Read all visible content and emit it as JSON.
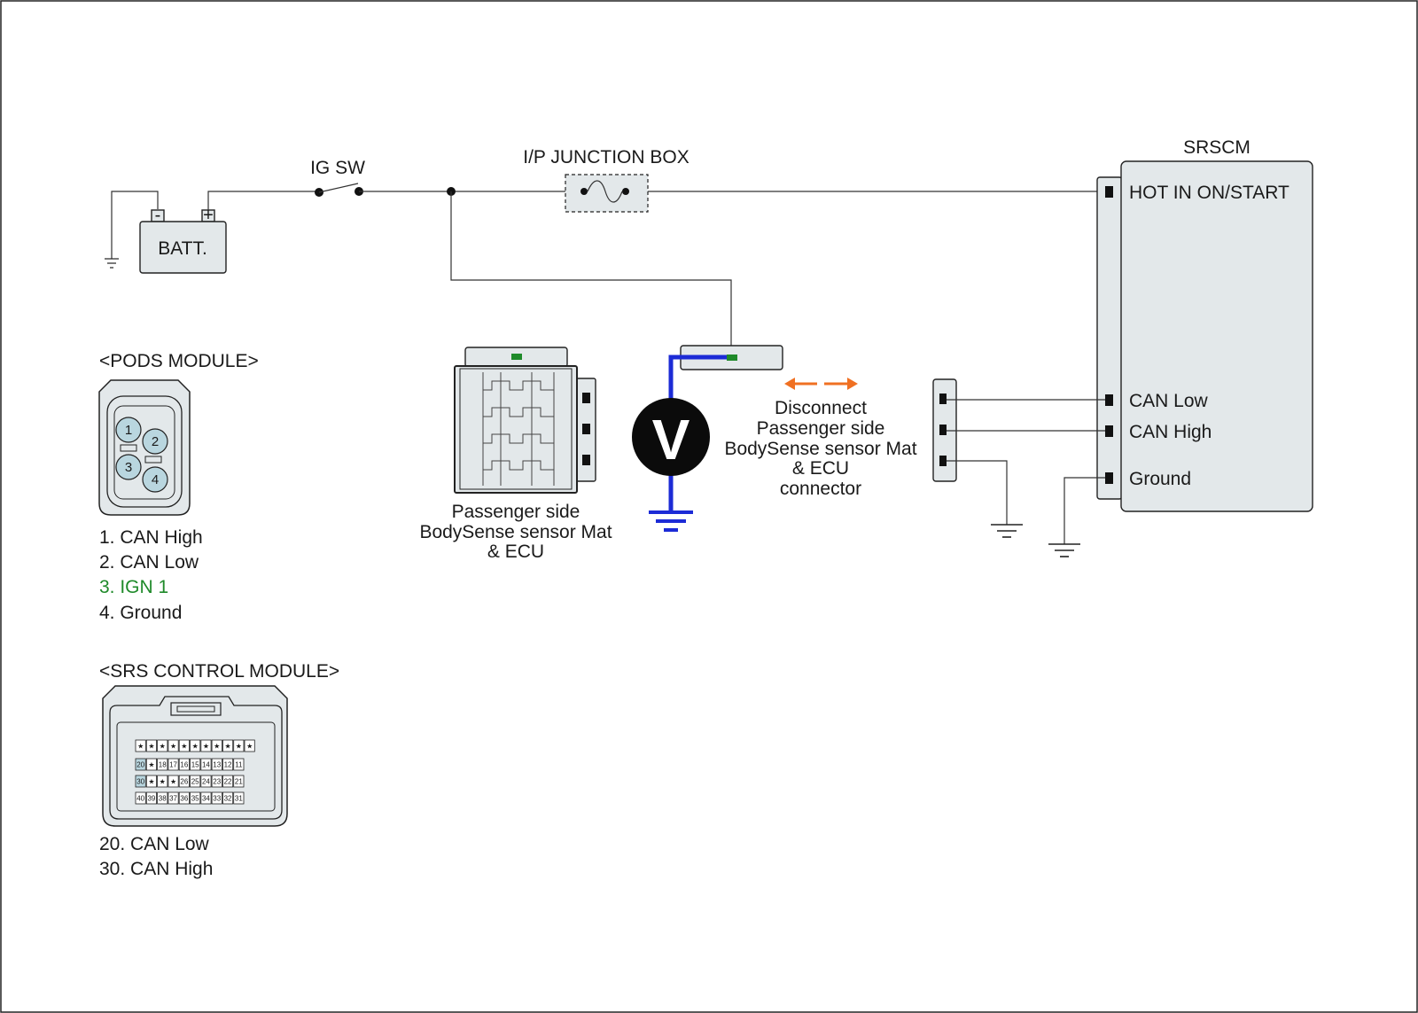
{
  "components": {
    "battery": {
      "label": "BATT.",
      "minus": "-",
      "plus": "+"
    },
    "ignition_switch": {
      "label": "IG SW"
    },
    "junction_box": {
      "label": "I/P JUNCTION BOX"
    },
    "srscm": {
      "title": "SRSCM",
      "pins": [
        "HOT IN ON/START",
        "CAN Low",
        "CAN High",
        "Ground"
      ]
    },
    "pods_ecu": {
      "caption_lines": [
        "Passenger side",
        "BodySense sensor Mat",
        "& ECU"
      ]
    },
    "voltmeter": {
      "symbol": "V"
    },
    "disconnect_note": {
      "lines": [
        "Disconnect",
        "Passenger side",
        "BodySense sensor Mat",
        "& ECU",
        "connector"
      ]
    }
  },
  "pods_module": {
    "title": "<PODS MODULE>",
    "pin_numbers": [
      "1",
      "2",
      "3",
      "4"
    ],
    "pins": [
      {
        "text": "1. CAN High",
        "highlight": false
      },
      {
        "text": "2. CAN Low",
        "highlight": false
      },
      {
        "text": "3. IGN 1",
        "highlight": true
      },
      {
        "text": "4. Ground",
        "highlight": false
      }
    ]
  },
  "srs_control_module": {
    "title": "<SRS CONTROL MODULE>",
    "connector_rows": [
      [
        "★",
        "★",
        "★",
        "★",
        "★",
        "★",
        "★",
        "★",
        "★",
        "★",
        "★",
        "★"
      ],
      [
        "20",
        "★",
        "18",
        "17",
        "16",
        "15",
        "14",
        "13",
        "12",
        "11"
      ],
      [
        "30",
        "★",
        "★",
        "★",
        "26",
        "25",
        "24",
        "23",
        "22",
        "21"
      ],
      [
        "40",
        "39",
        "38",
        "37",
        "36",
        "35",
        "34",
        "33",
        "32",
        "31"
      ]
    ],
    "pins": [
      "20. CAN Low",
      "30. CAN High"
    ]
  },
  "colors": {
    "measure_wire": "#1c2bd6",
    "highlight_text": "#1f8a2a",
    "arrow": "#f07022",
    "pin_fill": "#b9d6df",
    "box_fill": "#e3e8ea"
  }
}
